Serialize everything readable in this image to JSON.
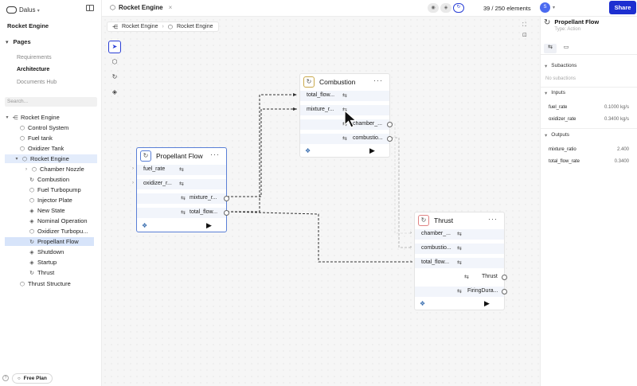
{
  "app": {
    "brand": "Dalus",
    "project_title": "Rocket Engine",
    "pages_heading": "Pages",
    "pages": [
      "Requirements",
      "Architecture",
      "Documents Hub"
    ],
    "active_page": "Architecture",
    "search_placeholder": "Search...",
    "free_plan": "Free Plan"
  },
  "tree": [
    {
      "label": "Rocket Engine",
      "depth": 0,
      "icon": "hierarchy-icon",
      "expanded": true
    },
    {
      "label": "Control System",
      "depth": 1,
      "icon": "cube-icon"
    },
    {
      "label": "Fuel tank",
      "depth": 1,
      "icon": "cube-icon"
    },
    {
      "label": "Oxidizer Tank",
      "depth": 1,
      "icon": "cube-icon"
    },
    {
      "label": "Rocket Engine",
      "depth": 1,
      "icon": "cube-icon",
      "expanded": true
    },
    {
      "label": "Chamber Nozzle",
      "depth": 2,
      "icon": "cube-icon",
      "collapsed": true
    },
    {
      "label": "Combustion",
      "depth": 2,
      "icon": "cycle-icon"
    },
    {
      "label": "Fuel Turbopump",
      "depth": 2,
      "icon": "cube-icon"
    },
    {
      "label": "Injector Plate",
      "depth": 2,
      "icon": "cube-icon"
    },
    {
      "label": "New State",
      "depth": 2,
      "icon": "diamond-icon"
    },
    {
      "label": "Nominal Operation",
      "depth": 2,
      "icon": "diamond-icon"
    },
    {
      "label": "Oxidizer Turbopu...",
      "depth": 2,
      "icon": "cube-icon"
    },
    {
      "label": "Propellant Flow",
      "depth": 2,
      "icon": "cycle-icon",
      "highlighted": true
    },
    {
      "label": "Shutdown",
      "depth": 2,
      "icon": "diamond-icon"
    },
    {
      "label": "Startup",
      "depth": 2,
      "icon": "diamond-icon"
    },
    {
      "label": "Thrust",
      "depth": 2,
      "icon": "cycle-icon"
    },
    {
      "label": "Thrust Structure",
      "depth": 0,
      "icon": "cube-icon"
    }
  ],
  "topbar": {
    "doc_tab": "Rocket Engine",
    "element_count": "39 / 250 elements",
    "avatar_initial": "S",
    "share_label": "Share"
  },
  "canvas": {
    "breadcrumb": [
      "Rocket Engine",
      "Rocket Engine"
    ]
  },
  "nodes": {
    "propellant": {
      "title": "Propellant Flow",
      "inputs": [
        "fuel_rate",
        "oxidizer_r..."
      ],
      "outputs": [
        "mixture_r...",
        "total_flow..."
      ]
    },
    "combustion": {
      "title": "Combustion",
      "inputs": [
        "total_flow...",
        "mixture_r..."
      ],
      "outputs": [
        "chamber_...",
        "combustio..."
      ]
    },
    "thrust": {
      "title": "Thrust",
      "inputs": [
        "chamber_...",
        "combustio...",
        "total_flow..."
      ],
      "outputs": [
        "Thrust",
        "FiringDura..."
      ]
    }
  },
  "panel": {
    "title": "Propellant Flow",
    "subtitle": "Type: Action",
    "subactions_heading": "Subactions",
    "subactions_empty": "No subactions",
    "inputs_heading": "Inputs",
    "inputs": [
      {
        "name": "fuel_rate",
        "value": "0.1000 kg/s"
      },
      {
        "name": "oxidizer_rate",
        "value": "0.3400 kg/s"
      }
    ],
    "outputs_heading": "Outputs",
    "outputs": [
      {
        "name": "mixture_ratio",
        "value": "2.400"
      },
      {
        "name": "total_flow_rate",
        "value": "0.3400"
      }
    ]
  },
  "colors": {
    "accent": "#1d2fd0",
    "selection": "#5a7fd6",
    "port_row": "#f2f5fb"
  }
}
